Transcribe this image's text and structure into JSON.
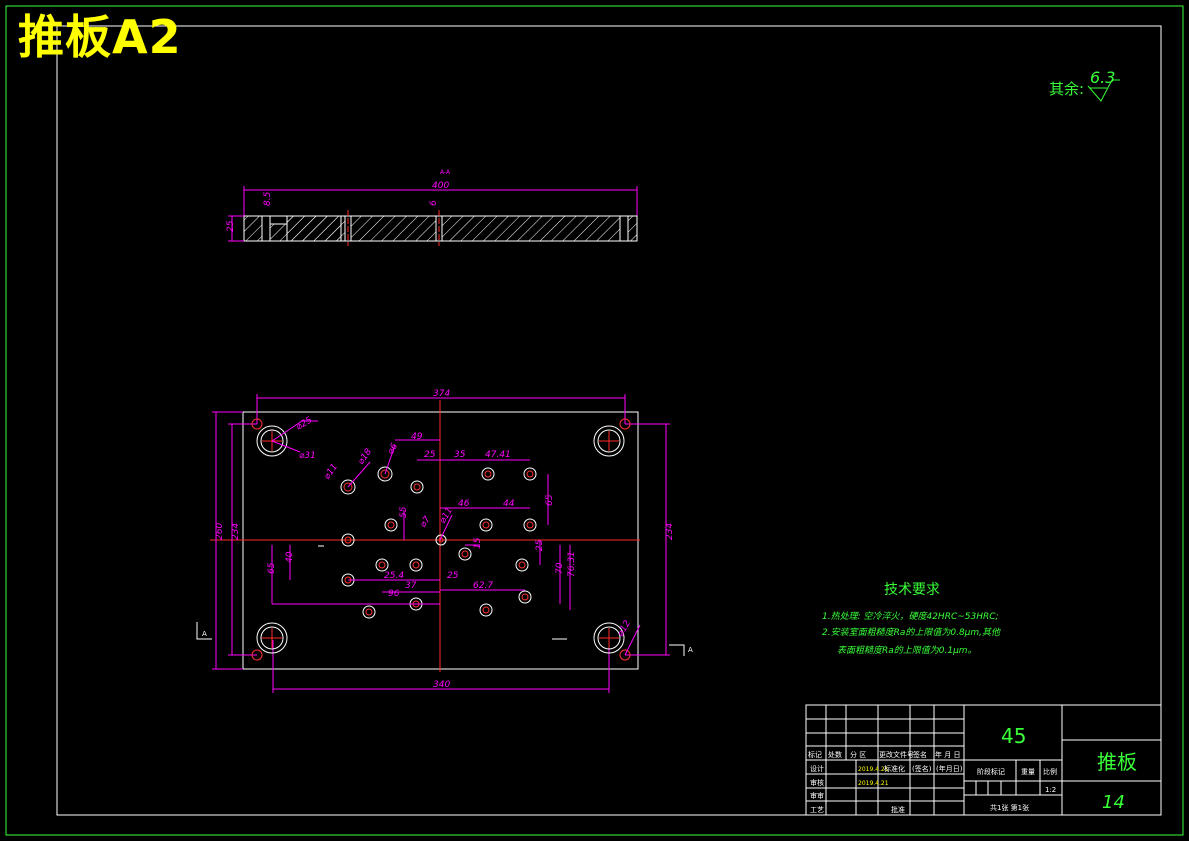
{
  "title": "推板A2",
  "colors": {
    "background": "#000000",
    "frame": "#39ff39",
    "outline": "#ffffff",
    "dimension": "#ff00ff",
    "hole": "#ff3333",
    "text_green": "#39ff39",
    "title_yellow": "#ffff00",
    "centerline": "#ff2a2a"
  },
  "roughness": {
    "label": "其余:",
    "value": "6.3"
  },
  "section": {
    "label": "A-A",
    "length": "400",
    "thickness": "25",
    "counterbore_depth": "8.5",
    "hole_dims": [
      "6"
    ]
  },
  "plan": {
    "overall_width_top": "374",
    "overall_width_bottom": "340",
    "overall_height_left_outer": "260",
    "overall_height_left_inner": "234",
    "overall_height_right": "234",
    "corner_hole_dia_1": "⌀25",
    "corner_hole_dia_2": "⌀31",
    "corner_hole_dia_3": "⌀12",
    "hole_dia_labels": [
      "⌀11",
      "⌀18",
      "⌀6",
      "⌀7",
      "⌀11"
    ],
    "dims_top": [
      "49",
      "25",
      "35",
      "47.41"
    ],
    "dims_mid": [
      "46",
      "44",
      "65",
      "55"
    ],
    "dims_low": [
      "25.4",
      "25",
      "62.7",
      "37",
      "96",
      "15",
      "25",
      "70",
      "76.31"
    ],
    "dims_left": [
      "65",
      "40"
    ],
    "section_marks": [
      "A",
      "A"
    ]
  },
  "tech_requirements": {
    "heading": "技术要求",
    "lines": [
      "1.热处理: 空冷淬火，硬度42HRC~53HRC;",
      "2.安装室面粗糙度Ra的上限值为0.8μm,其他",
      "表面粗糙度Ra的上限值为0.1μm。"
    ]
  },
  "title_block": {
    "material": "45",
    "part_name": "推板",
    "drawing_no": "14",
    "scale": "1:2",
    "headers": [
      "标记",
      "处数",
      "分 区",
      "更改文件号",
      "签名",
      "年 月 日"
    ],
    "rows": [
      [
        "设计",
        "2019.4.21",
        "标准化",
        "(签名)",
        "(年月日)"
      ],
      [
        "审核",
        "2019.4.21"
      ],
      [
        "审审",
        ""
      ],
      [
        "工艺",
        "",
        "批准"
      ]
    ],
    "labels": [
      "阶段标记",
      "重量",
      "比例"
    ],
    "sheets": "共1张  第1张"
  }
}
